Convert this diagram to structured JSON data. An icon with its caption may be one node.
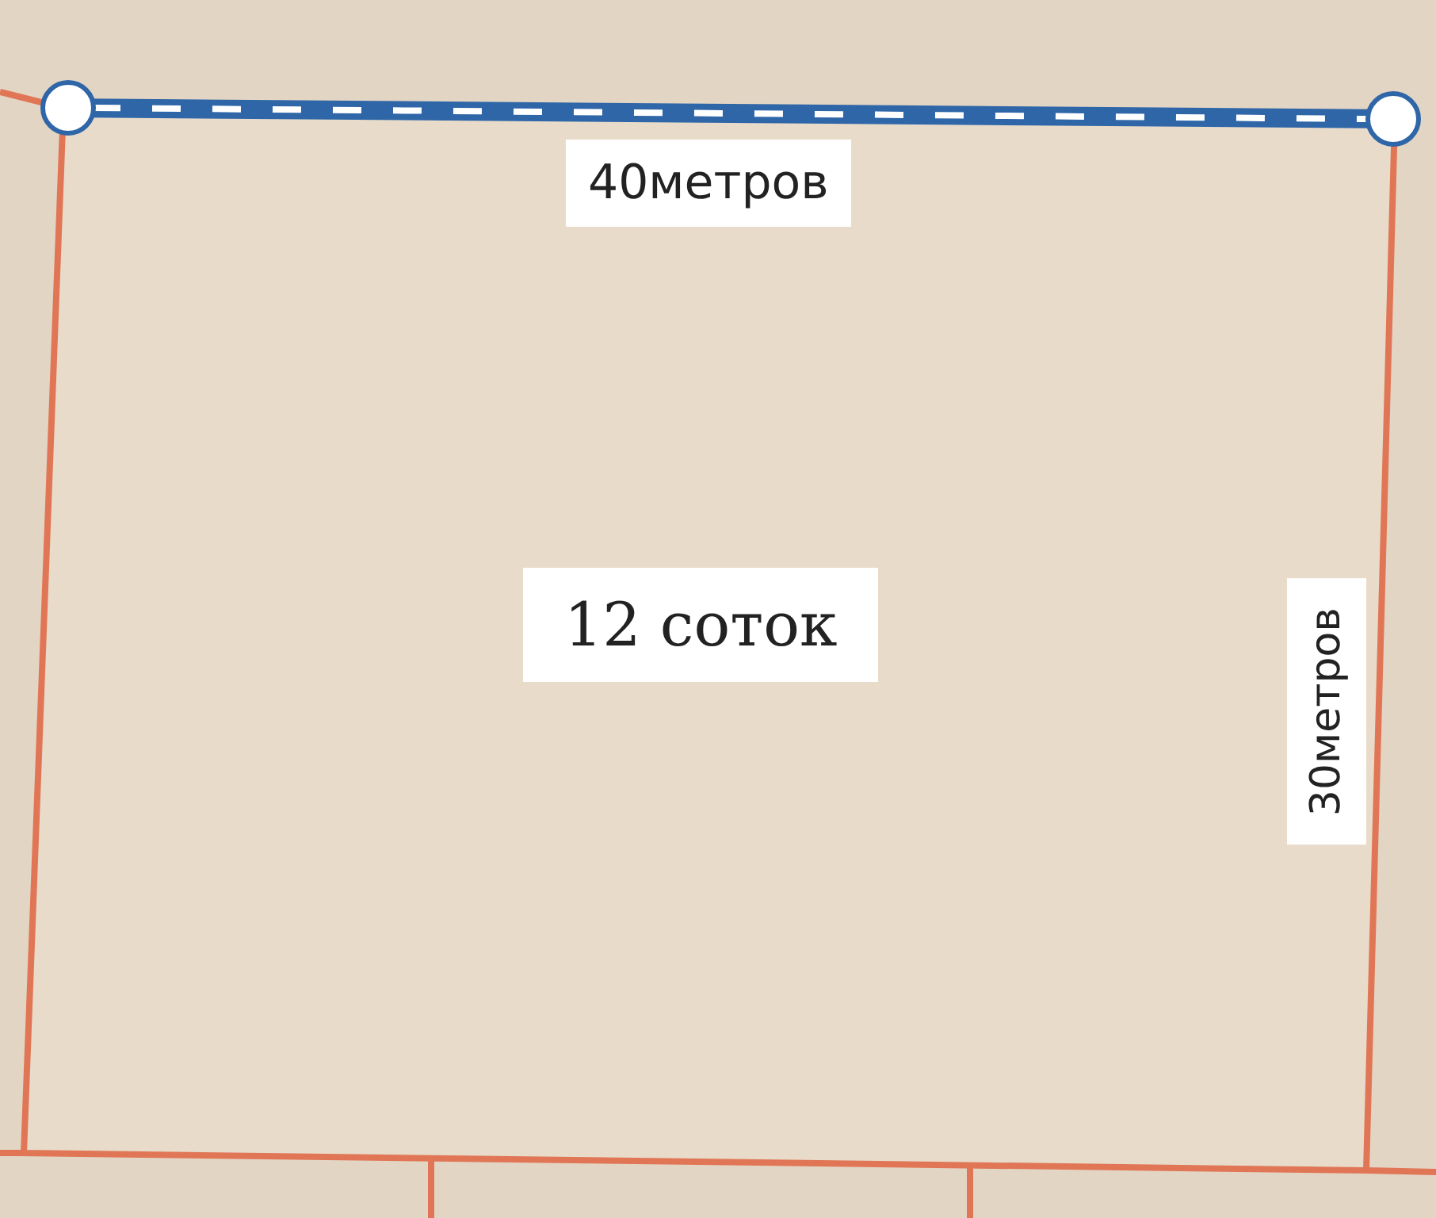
{
  "diagram": {
    "nodes": [
      {
        "text": [
          "12 соток"
        ]
      }
    ],
    "labels": [
      "40метров",
      "30метров"
    ]
  }
}
